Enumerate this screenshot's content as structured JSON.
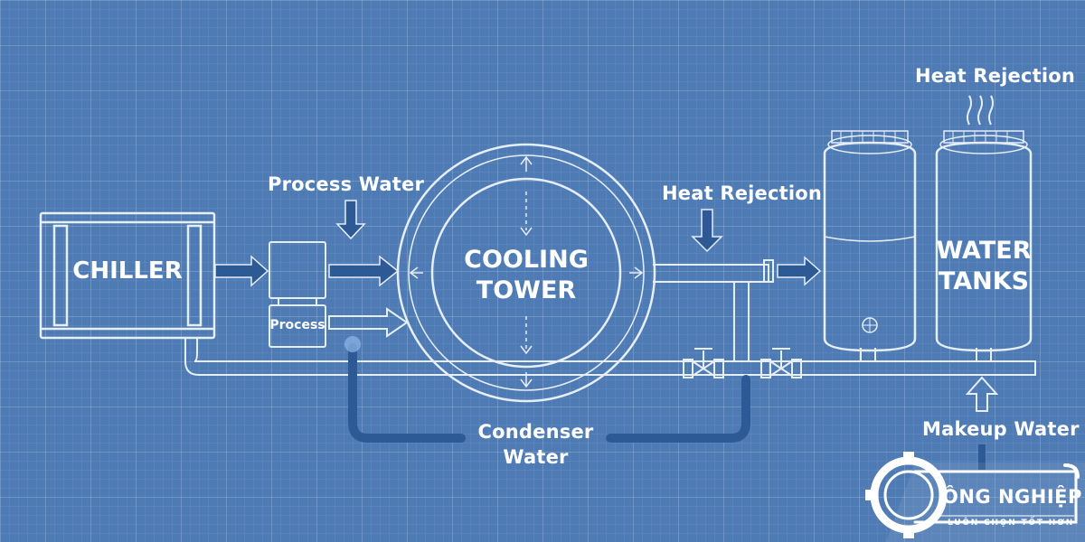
{
  "labels": {
    "process_water": "Process Water",
    "heat_rejection_mid": "Heat Rejection",
    "heat_rejection_top": "Heat Rejection",
    "chiller": "CHILLER",
    "process": "Process",
    "cooling_tower_line1": "COOLING",
    "cooling_tower_line2": "TOWER",
    "water_tanks_line1": "WATER",
    "water_tanks_line2": "TANKS",
    "condenser_line1": "Condenser",
    "condenser_line2": "Water",
    "makeup_water": "Makeup Water"
  },
  "logo": {
    "title": "ÔNG NGHIỆP TỐT",
    "tagline": "LUÔN CHỌN TỐT HƠN"
  },
  "colors": {
    "background": "#4f7bb5",
    "line": "#e6eef8",
    "arrow_fill": "#2d5a94",
    "condenser_pipe": "#2d5a94"
  }
}
